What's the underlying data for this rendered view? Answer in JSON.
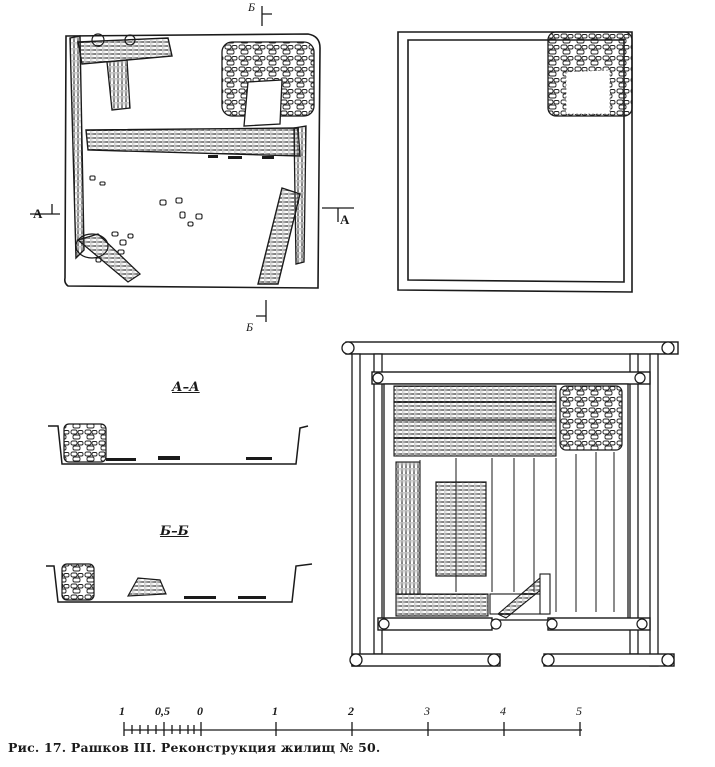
{
  "labels": {
    "section_a_left": "А",
    "section_a_right": "А",
    "section_b_top": "Б",
    "section_b_bottom": "Б"
  },
  "section_titles": {
    "aa": "А–А",
    "bb": "Б–Б"
  },
  "scale": {
    "ticks": [
      "1",
      "0,5",
      "0",
      "1",
      "2",
      "3",
      "4",
      "5"
    ]
  },
  "caption": "Рис. 17. Рашков III. Реконструкция  жилищ № 50."
}
